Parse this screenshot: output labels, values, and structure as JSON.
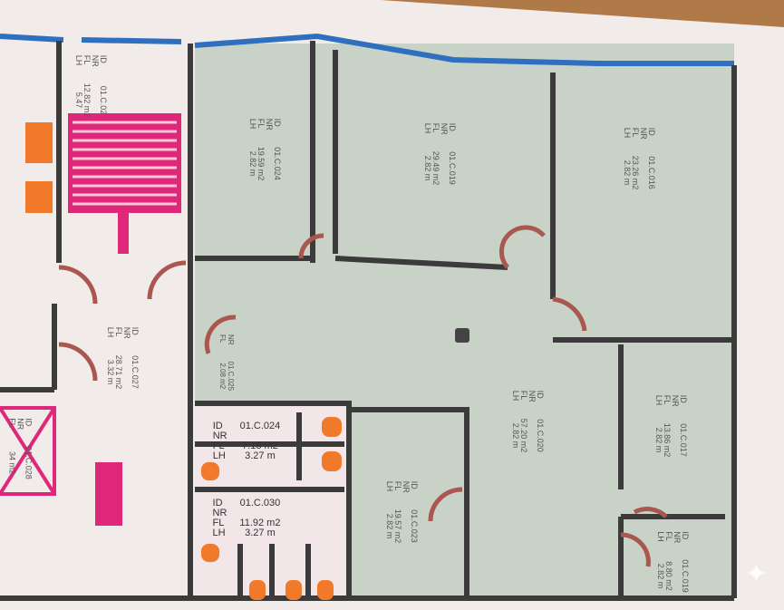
{
  "plan": {
    "keys": {
      "id": "ID",
      "nr": "NR",
      "fl": "FL",
      "lh": "LH"
    },
    "rooms": [
      {
        "id": "01.C.024",
        "area": "19.59 m2",
        "height": "2.82 m"
      },
      {
        "id": "01.C.019",
        "area": "29.49 m2",
        "height": "2.82 m"
      },
      {
        "id": "01.C.016",
        "area": "23.26 m2",
        "height": "2.82 m"
      },
      {
        "id": "01.C.027",
        "area": "28.71 m2",
        "height": "3.32 m"
      },
      {
        "id": "01.C.020",
        "area": "57.20 m2",
        "height": "2.82 m"
      },
      {
        "id": "01.C.023",
        "area": "19.57 m2",
        "height": "2.82 m"
      },
      {
        "id": "01.C.017",
        "area": "13.86 m2",
        "height": "2.82 m"
      },
      {
        "id": "01.C.019",
        "area": "8.80 m2",
        "height": "2.82 m"
      },
      {
        "id": "01.C.024",
        "area": "7.18 m2",
        "height": "3.27 m"
      },
      {
        "id": "01.C.030",
        "area": "11.92 m2",
        "height": "3.27 m"
      },
      {
        "id": "01.C.025",
        "area": "2.08 m2",
        "height": ""
      },
      {
        "id": "01.C.028",
        "area": "34 m2",
        "height": ""
      },
      {
        "id": "01.C.02",
        "area": "12.82 m2",
        "height": "5.47"
      }
    ],
    "colors": {
      "office": "#c8d2c6",
      "wall": "#3b3b3b",
      "door": "#a9574f",
      "stair": "#e0287a",
      "window": "#2f6fc0",
      "fixture": "#f07a2a"
    }
  }
}
